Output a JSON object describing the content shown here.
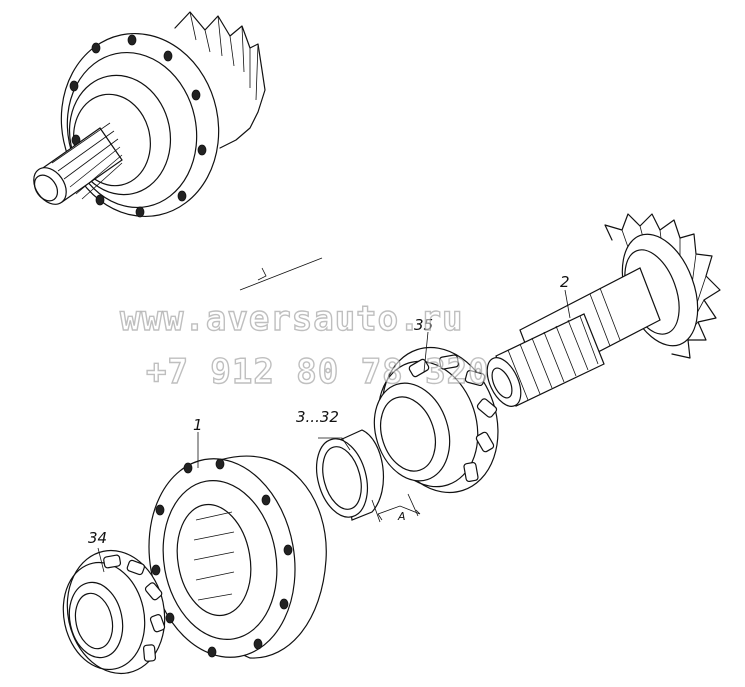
{
  "callouts": {
    "hub": "1",
    "pinion_shaft": "2",
    "spacer_ring": "3...32",
    "bearing_small": "34",
    "bearing_large": "35",
    "dimension": "A"
  },
  "watermark": {
    "line1": "www.aversauto.ru",
    "line2": "+7 912 80 78 320"
  }
}
